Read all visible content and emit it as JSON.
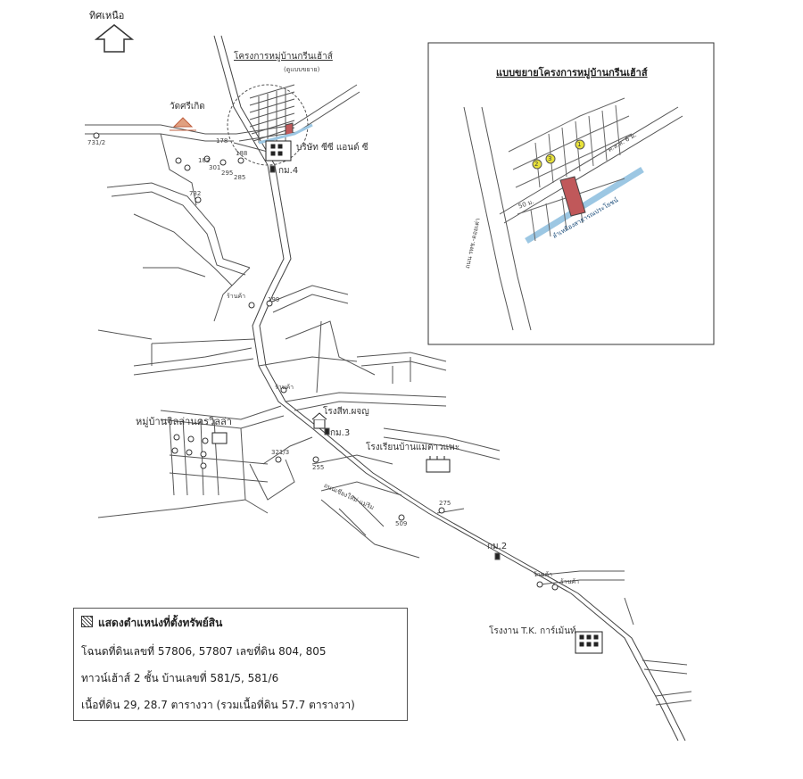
{
  "north": {
    "label": "ทิศเหนือ",
    "icon": "north-arrow-icon"
  },
  "project": {
    "label": "โครงการหมู่บ้านกรีนเฮ้าส์",
    "sub_label": "(ดูแบบขยาย)"
  },
  "inset": {
    "title": "แบบขยายโครงการหมู่บ้านกรีนเฮ้าส์",
    "road_main_label": "ถนน รพช.-ดอยเต่า",
    "road_soi_label": "ค.ส.ล. 6 ม.",
    "distance_label": "50 ม.",
    "canal_label": "ลำเหมืองสาธารณประโยชน์",
    "markers": [
      "1",
      "2",
      "3"
    ],
    "highlight_color": "#c0585a",
    "canal_color": "#b9d9ee",
    "marker_color": "#e8e23a"
  },
  "places": {
    "temple": "วัดศรีเกิด",
    "company": "บริษัท ซีซี แอนด์ ซี",
    "km4": "กม.4",
    "shop1": "ร้านค้า",
    "shop2": "ร้านค้า",
    "shop3": "ร้านค้า",
    "shop4": "ร้านค้า",
    "village": "หมู่บ้านจิลล่านครวิลล่า",
    "car_wash": "โรงสีท.ผจญ",
    "km3": "กม.3",
    "school": "โรงเรียนบ้านแม่ตาวแพะ",
    "km2": "กม.2",
    "factory": "โรงงาน T.K. การ์เม้นท์",
    "road_label": "ถนนเชียงใหม่-แม่ริม"
  },
  "house_numbers": [
    "731/2",
    "178",
    "188",
    "182",
    "301",
    "295",
    "285",
    "732",
    "199",
    "321/3",
    "255",
    "275",
    "509"
  ],
  "legend": {
    "title": "แสดงตำแหน่งที่ตั้งทรัพย์สิน",
    "line1": "โฉนดที่ดินเลขที่ 57806, 57807  เลขที่ดิน  804, 805",
    "line2": "ทาวน์เฮ้าส์ 2 ชั้น  บ้านเลขที่ 581/5, 581/6",
    "line3": "เนื้อที่ดิน 29, 28.7 ตารางวา (รวมเนื้อที่ดิน 57.7  ตารางวา)"
  }
}
